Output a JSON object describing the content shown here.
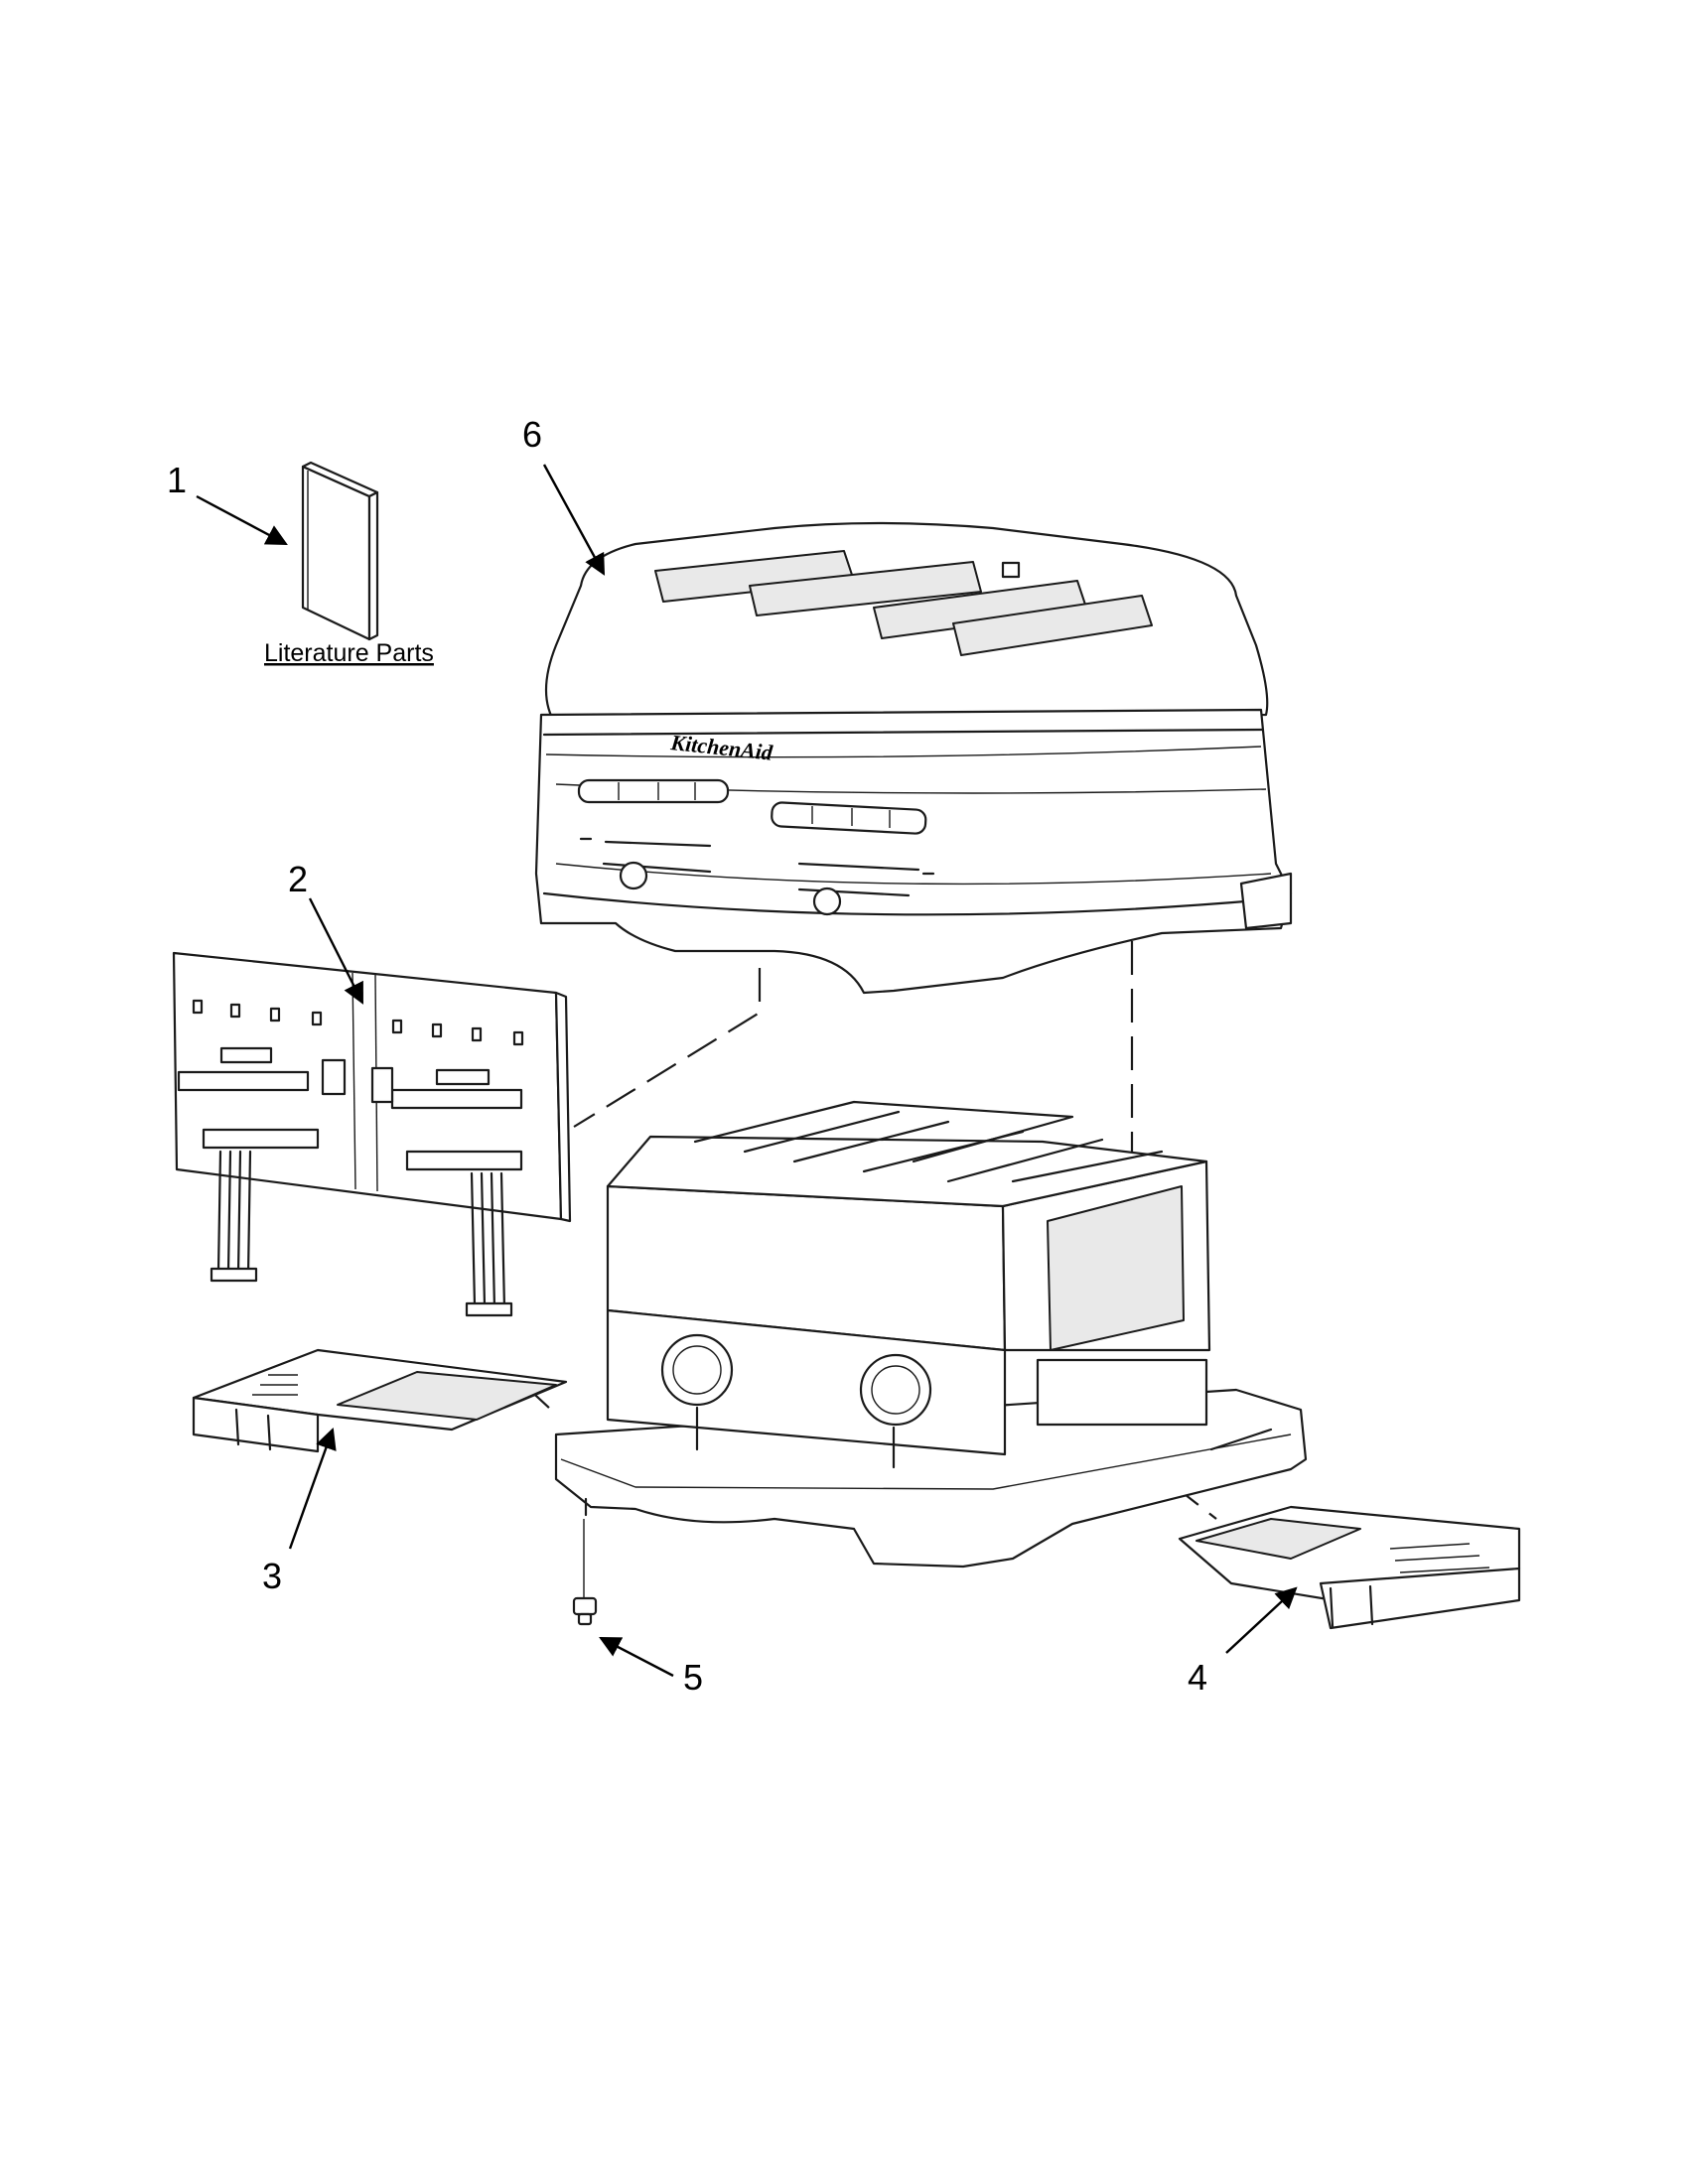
{
  "callouts": [
    {
      "id": "1",
      "label": "1"
    },
    {
      "id": "2",
      "label": "2"
    },
    {
      "id": "3",
      "label": "3"
    },
    {
      "id": "4",
      "label": "4"
    },
    {
      "id": "5",
      "label": "5"
    },
    {
      "id": "6",
      "label": "6"
    }
  ],
  "literature_label": "Literature Parts",
  "brand_logo": "KitchenAid"
}
